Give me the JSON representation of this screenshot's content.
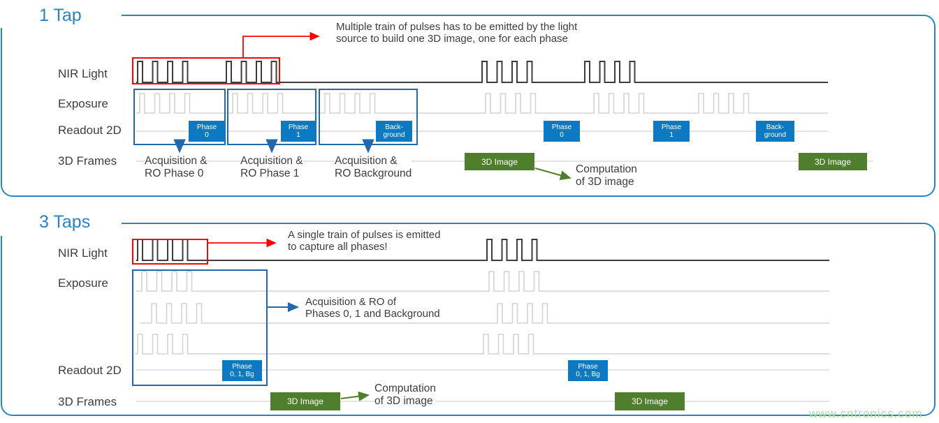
{
  "watermark": "www.cntronics.com",
  "colors": {
    "accent_blue": "#2b83c5",
    "box_outline_blue": "#2268ab",
    "badge_blue": "#0c79c2",
    "green": "#4f7e2c",
    "red": "#ff0000",
    "waveform_dark": "#3d3d3d",
    "waveform_light": "#d4d4d4"
  },
  "p1": {
    "title": "1 Tap",
    "rows": [
      "NIR Light",
      "Exposure",
      "Readout 2D",
      "3D Frames"
    ],
    "annotation": "Multiple train of pulses has to be emitted by the light\nsource to build one 3D image, one for each phase",
    "badges": [
      "Phase\n0",
      "Phase\n1",
      "Back-\nground",
      "Phase\n0",
      "Phase\n1",
      "Back-\nground"
    ],
    "acq": [
      "Acquisition &\nRO Phase 0",
      "Acquisition &\nRO Phase 1",
      "Acquisition &\nRO Background"
    ],
    "green_label": "3D Image",
    "computation": "Computation\nof 3D image"
  },
  "p2": {
    "title": "3 Taps",
    "rows": [
      "NIR Light",
      "Exposure",
      "Readout 2D",
      "3D Frames"
    ],
    "annotation": "A single train of pulses is emitted\nto capture all phases!",
    "acq": "Acquisition & RO of\nPhases 0, 1 and Background",
    "badges": [
      "Phase\n0, 1, Bg",
      "Phase\n0, 1, Bg"
    ],
    "green_label": "3D Image",
    "computation": "Computation\nof 3D image"
  }
}
